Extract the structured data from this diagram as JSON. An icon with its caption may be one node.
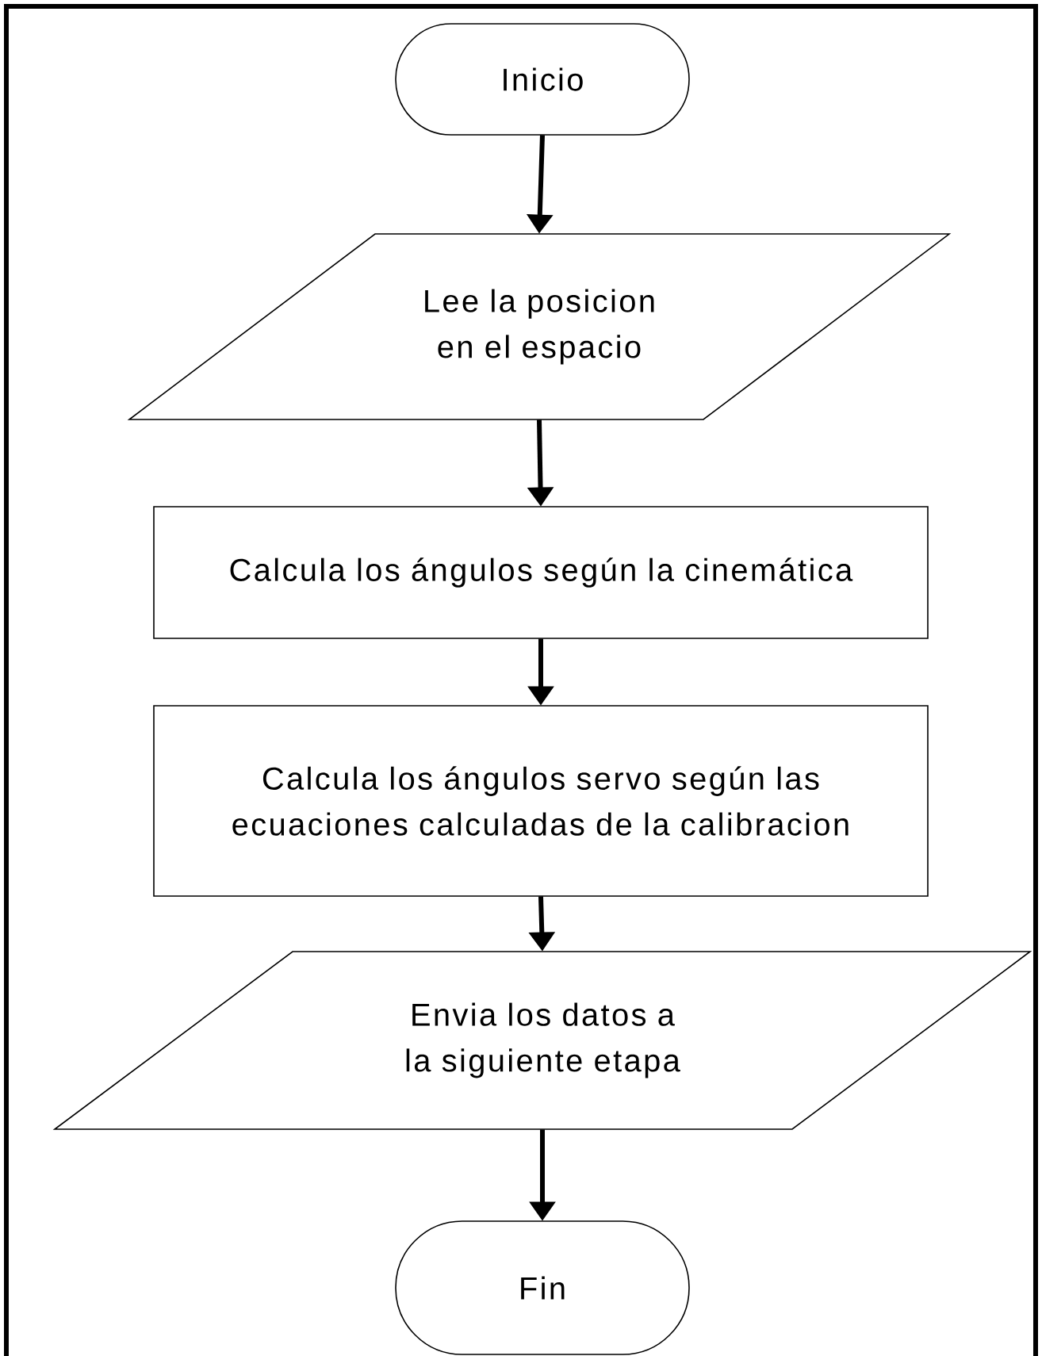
{
  "diagram": {
    "nodes": [
      {
        "text": [
          "Inicio"
        ]
      },
      {
        "text": [
          "Lee la posicion en el espacio"
        ]
      },
      {
        "text": [
          "Calcula los ángulos según la cinemática"
        ]
      },
      {
        "text": [
          "Calcula los ángulos servo según las ecuaciones calculadas de la calibracion"
        ]
      },
      {
        "text": [
          "Envia los datos a la siguiente etapa"
        ]
      },
      {
        "text": [
          "Fin"
        ]
      }
    ],
    "edges": [
      {
        "from": 0,
        "to": 1,
        "arrow": "to"
      },
      {
        "from": 1,
        "to": 2,
        "arrow": "to"
      },
      {
        "from": 2,
        "to": 3,
        "arrow": "to"
      },
      {
        "from": 3,
        "to": 4,
        "arrow": "to"
      },
      {
        "from": 4,
        "to": 5,
        "arrow": "to"
      }
    ]
  }
}
